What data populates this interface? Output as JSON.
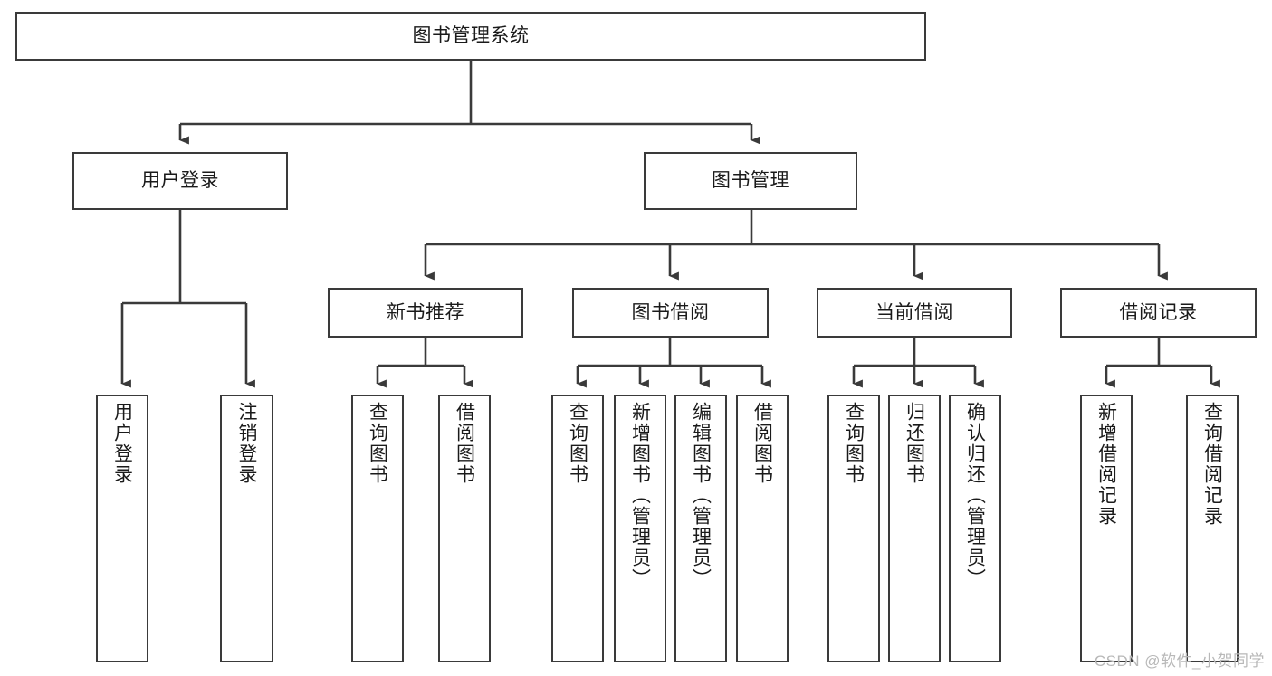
{
  "diagram": {
    "title": "图书管理系统",
    "type": "tree-hierarchy-chart",
    "line_color": "#3a3a3a",
    "box_fill": "#ffffff",
    "text_color": "#1a1a1a",
    "root": {
      "label": "图书管理系统"
    },
    "level2": [
      {
        "id": "user-login",
        "label": "用户登录"
      },
      {
        "id": "book-management",
        "label": "图书管理"
      }
    ],
    "level3": [
      {
        "id": "new-book-recommend",
        "label": "新书推荐"
      },
      {
        "id": "book-borrow",
        "label": "图书借阅"
      },
      {
        "id": "current-borrow",
        "label": "当前借阅"
      },
      {
        "id": "borrow-record",
        "label": "借阅记录"
      }
    ],
    "leaves": {
      "user_login": [
        {
          "id": "leaf-user-login",
          "label": "用户登录"
        },
        {
          "id": "leaf-logout-login",
          "label": "注销登录"
        }
      ],
      "new_book_recommend": [
        {
          "id": "leaf-query-book-1",
          "label": "查询图书"
        },
        {
          "id": "leaf-borrow-book-1",
          "label": "借阅图书"
        }
      ],
      "book_borrow": [
        {
          "id": "leaf-query-book-2",
          "label": "查询图书"
        },
        {
          "id": "leaf-add-book",
          "label": "新增图书（管理员）"
        },
        {
          "id": "leaf-edit-book",
          "label": "编辑图书（管理员）"
        },
        {
          "id": "leaf-borrow-book-2",
          "label": "借阅图书"
        }
      ],
      "current_borrow": [
        {
          "id": "leaf-query-book-3",
          "label": "查询图书"
        },
        {
          "id": "leaf-return-book",
          "label": "归还图书"
        },
        {
          "id": "leaf-confirm-return",
          "label": "确认归还（管理员）"
        }
      ],
      "borrow_record": [
        {
          "id": "leaf-add-record",
          "label": "新增借阅记录"
        },
        {
          "id": "leaf-query-record",
          "label": "查询借阅记录"
        }
      ]
    }
  },
  "watermark": {
    "text": "CSDN @软件_小贺同学"
  }
}
